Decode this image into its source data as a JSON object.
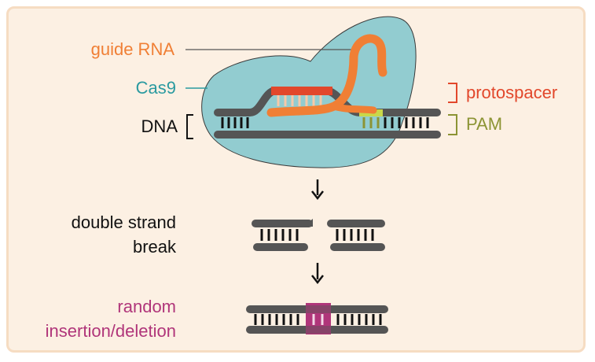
{
  "labels": {
    "guide_rna": "guide RNA",
    "cas9": "Cas9",
    "dna": "DNA",
    "protospacer": "protospacer",
    "pam": "PAM",
    "double_strand_break_line1": "double strand",
    "double_strand_break_line2": "break",
    "random_indel_line1": "random",
    "random_indel_line2": "insertion/deletion"
  },
  "colors": {
    "background": "#fcf0e3",
    "border": "#f6dcc2",
    "guide_rna": "#f07f35",
    "cas9_fill": "#7fc6cc",
    "cas9_text": "#2a9aa0",
    "protospacer": "#e2472b",
    "pam": "#8c9434",
    "pam_highlight": "#c9d84a",
    "indel": "#b0357a",
    "dna_strand": "#555555",
    "text_dark": "#111111"
  },
  "icons": {
    "step_arrow_1": "down-arrow-icon",
    "step_arrow_2": "down-arrow-icon"
  }
}
